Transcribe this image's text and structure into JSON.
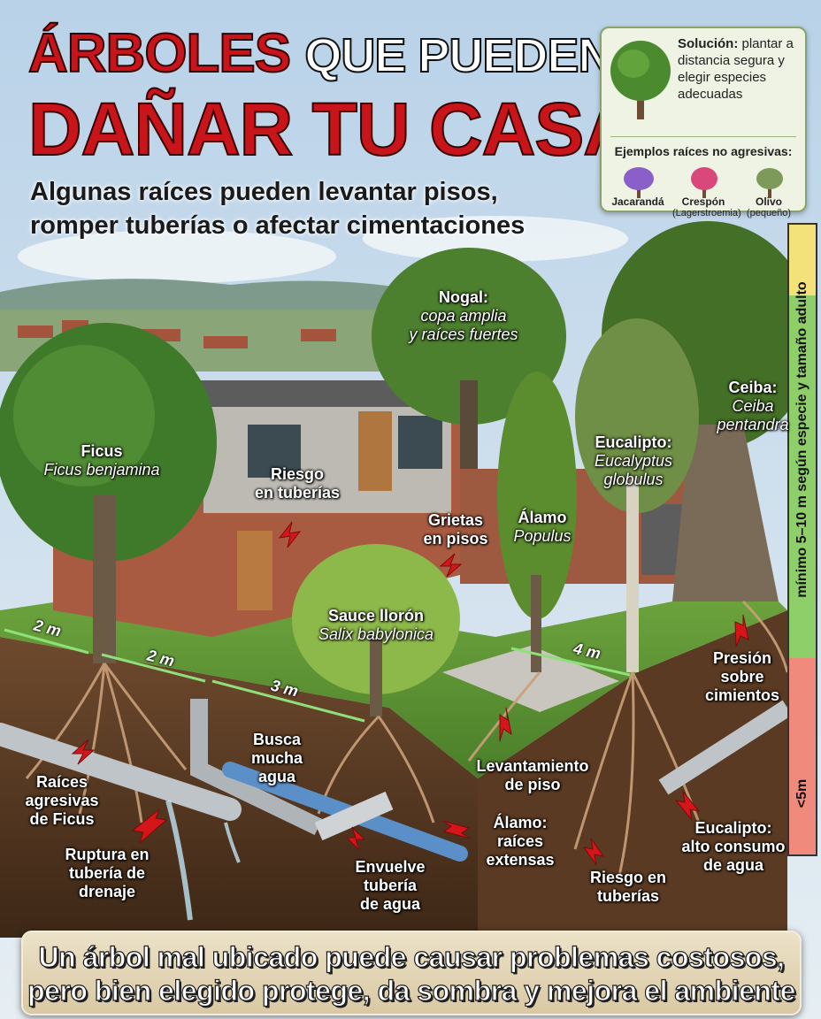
{
  "title": {
    "line1_red": "ÁRBOLES",
    "line1_white": "QUE PUEDEN",
    "line2": "DAÑAR TU CASA"
  },
  "subtitle": {
    "line1": "Algunas raíces pueden levantar pisos,",
    "line2": "romper tuberías o afectar cimentaciones"
  },
  "solution": {
    "bold": "Solución:",
    "text": "plantar a distancia segura y elegir especies adecuadas",
    "examples_title": "Ejemplos raíces no agresivas:",
    "examples": [
      {
        "name": "Jacarandá",
        "note": "",
        "icon": "jacaranda-tree-icon",
        "color": "#8a5fc9"
      },
      {
        "name": "Crespón",
        "note": "(Lagerstroemia)",
        "icon": "crespon-tree-icon",
        "color": "#d9487a"
      },
      {
        "name": "Olivo",
        "note": "(pequeño)",
        "icon": "olive-tree-icon",
        "color": "#7d9a5a"
      }
    ]
  },
  "scale": {
    "top_label": "mínimo 5–10 m según especie y tamaño adulto",
    "bottom_label": "<5m",
    "colors": {
      "top": "#f3e27a",
      "mid": "#8fcf6a",
      "bottom": "#f08a7c"
    }
  },
  "trees": {
    "nogal": {
      "name": "Nogal:",
      "desc1": "copa amplia",
      "desc2": "y raíces fuertes"
    },
    "ficus": {
      "name": "Ficus",
      "sci": "Ficus benjamina"
    },
    "ceiba": {
      "name": "Ceiba:",
      "sci1": "Ceiba",
      "sci2": "pentandra"
    },
    "eucalipto": {
      "name": "Eucalipto:",
      "sci1": "Eucalyptus",
      "sci2": "globulus"
    },
    "alamo": {
      "name": "Álamo",
      "sci": "Populus"
    },
    "sauce": {
      "name": "Sauce llorón",
      "sci": "Salix babylonica"
    }
  },
  "risks": {
    "tuberias_top": {
      "l1": "Riesgo",
      "l2": "en tuberías"
    },
    "grietas": {
      "l1": "Grietas",
      "l2": "en pisos"
    },
    "presion": {
      "l1": "Presión",
      "l2": "sobre",
      "l3": "cimientos"
    },
    "raices_ficus": {
      "l1": "Raíces",
      "l2": "agresivas",
      "l3": "de Ficus"
    },
    "ruptura": {
      "l1": "Ruptura en",
      "l2": "tubería de",
      "l3": "drenaje"
    },
    "busca_agua": {
      "l1": "Busca",
      "l2": "mucha",
      "l3": "agua"
    },
    "envuelve": {
      "l1": "Envuelve",
      "l2": "tubería",
      "l3": "de agua"
    },
    "levantamiento": {
      "l1": "Levantamiento",
      "l2": "de piso"
    },
    "alamo_raices": {
      "l1": "Álamo:",
      "l2": "raíces",
      "l3": "extensas"
    },
    "riesgo_bottom": {
      "l1": "Riesgo en",
      "l2": "tuberías"
    },
    "eucalipto_agua": {
      "l1": "Eucalipto:",
      "l2": "alto consumo",
      "l3": "de agua"
    }
  },
  "distances": {
    "d1": "2 m",
    "d2": "2 m",
    "d3": "3 m",
    "d4": "4 m"
  },
  "footer": {
    "line1": "Un árbol mal ubicado puede causar problemas costosos,",
    "line2": "pero bien elegido protege, da sombra y mejora el ambiente"
  }
}
